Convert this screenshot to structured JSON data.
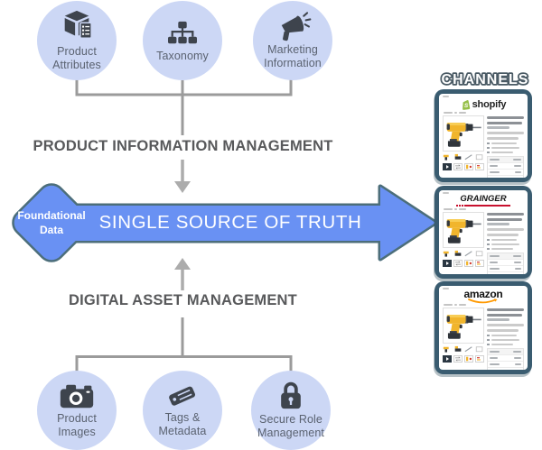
{
  "nodes": {
    "top": [
      {
        "label": "Product\nAttributes",
        "icon": "package-box-icon"
      },
      {
        "label": "Taxonomy",
        "icon": "taxonomy-hierarchy-icon"
      },
      {
        "label": "Marketing\nInformation",
        "icon": "megaphone-icon"
      }
    ],
    "bottom": [
      {
        "label": "Product\nImages",
        "icon": "camera-icon"
      },
      {
        "label": "Tags &\nMetadata",
        "icon": "tag-icon"
      },
      {
        "label": "Secure Role\nManagement",
        "icon": "padlock-icon"
      }
    ]
  },
  "headings": {
    "pim": "PRODUCT INFORMATION MANAGEMENT",
    "dam": "DIGITAL ASSET MANAGEMENT",
    "channels": "CHANNELS"
  },
  "main_arrow": {
    "left_node": "Foundational\nData",
    "label": "SINGLE SOURCE OF TRUTH"
  },
  "channels": {
    "cards": [
      {
        "name": "Shopify",
        "logo_text": "shopify",
        "badge_letter": "S",
        "content": "product-page-mockup-with-drill"
      },
      {
        "name": "Grainger",
        "logo_text": "GRAINGER",
        "content": "product-page-mockup-with-drill"
      },
      {
        "name": "Amazon",
        "logo_text": "amazon",
        "content": "product-page-mockup-with-drill"
      }
    ]
  },
  "colors": {
    "bubble_fill": "#ccd7f5",
    "icon_dark": "#3e444d",
    "node_label": "#5a6270",
    "heading_text": "#58595b",
    "connector_gray": "#9b9b9b",
    "arrow_gray": "#acacac",
    "arrow_blue": "#6991f3",
    "arrow_outline": "#4c6e7a",
    "card_frame": "#3a5c70",
    "shopify_green": "#95bf47",
    "grainger_red": "#c8102e",
    "amazon_orange": "#ff9900",
    "drill_yellow": "#f1b52c"
  }
}
